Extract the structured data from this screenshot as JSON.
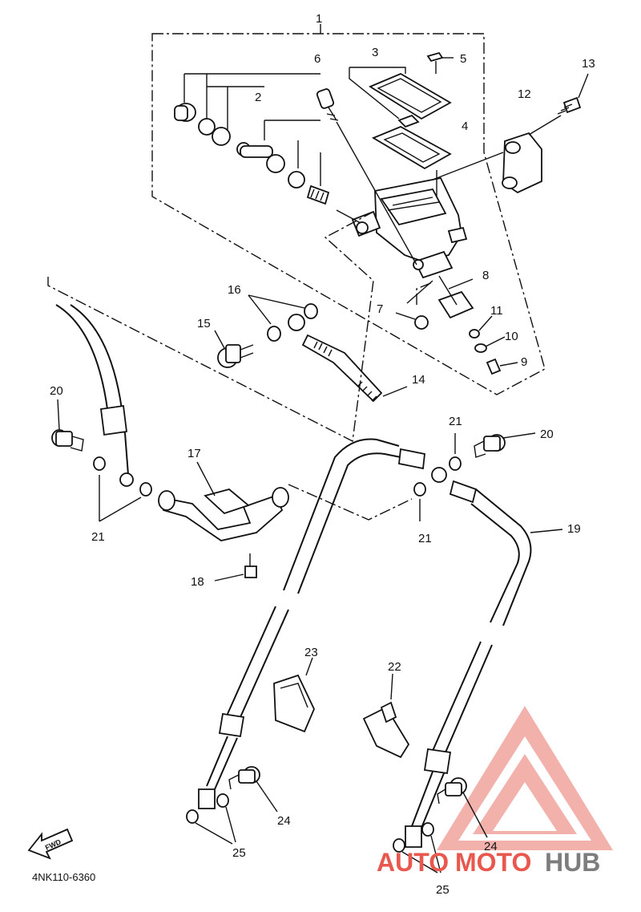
{
  "diagram": {
    "code": "4NK110-6360",
    "fwd_label": "FWD",
    "callouts": {
      "p1": "1",
      "p2": "2",
      "p3": "3",
      "p4": "4",
      "p5": "5",
      "p6": "6",
      "p7": "7",
      "p8": "8",
      "p9": "9",
      "p10": "10",
      "p11": "11",
      "p12": "12",
      "p13": "13",
      "p14": "14",
      "p15": "15",
      "p16": "16",
      "p17": "17",
      "p18": "18",
      "p19": "19",
      "p20a": "20",
      "p20b": "20",
      "p21a": "21",
      "p21b": "21",
      "p21c": "21",
      "p22": "22",
      "p23": "23",
      "p24a": "24",
      "p24b": "24",
      "p25a": "25",
      "p25b": "25"
    }
  },
  "watermark": {
    "part1": "AUTO",
    "part2": "MOTO",
    "part3": "HUB",
    "colors": {
      "red": "#e8584f",
      "gray": "#7d7d7d",
      "triangle": "#f0a4a0"
    }
  }
}
